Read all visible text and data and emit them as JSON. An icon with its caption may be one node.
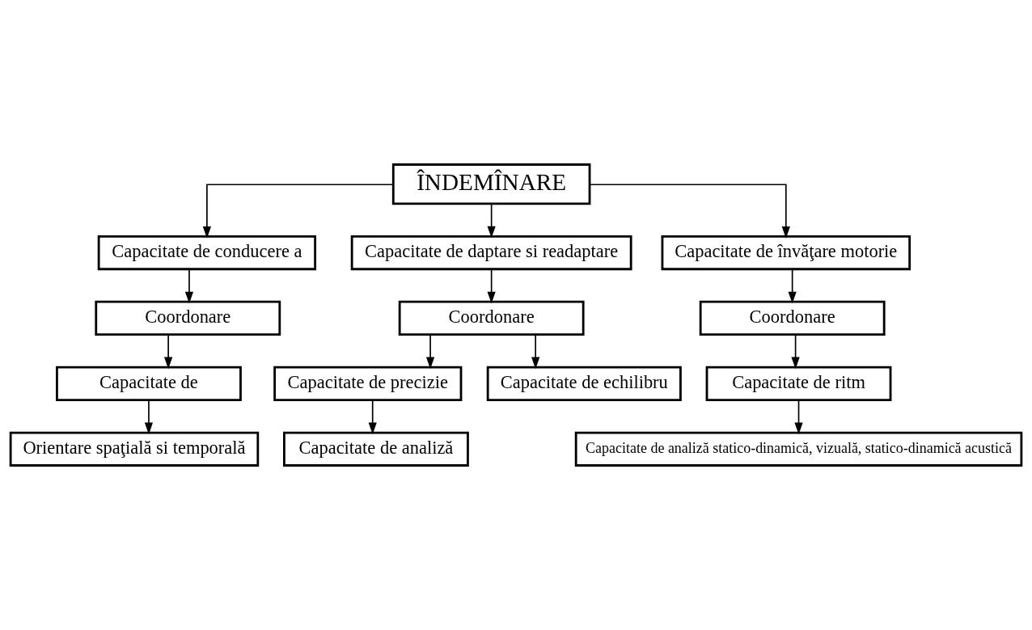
{
  "diagram": {
    "nodes": [
      {
        "text": [
          "ÎNDEMÎNARE"
        ]
      },
      {
        "text": [
          "Capacitate de conducere a"
        ]
      },
      {
        "text": [
          "Capacitate de daptare si readaptare"
        ]
      },
      {
        "text": [
          "Capacitate de învăţare motorie"
        ]
      },
      {
        "text": [
          "Coordonare"
        ]
      },
      {
        "text": [
          "Coordonare"
        ]
      },
      {
        "text": [
          "Coordonare"
        ]
      },
      {
        "text": [
          "Capacitate de"
        ]
      },
      {
        "text": [
          "Capacitate de precizie"
        ]
      },
      {
        "text": [
          "Capacitate de echilibru"
        ]
      },
      {
        "text": [
          "Capacitate de ritm"
        ]
      },
      {
        "text": [
          "Orientare spaţială si temporală"
        ]
      },
      {
        "text": [
          "Capacitate de analiză"
        ]
      },
      {
        "text": [
          "Capacitate de analiză statico-dinamică, vizuală, statico-dinamică acustică"
        ]
      }
    ],
    "edges": [
      {
        "from": 0,
        "to": 1,
        "arrow": "to"
      },
      {
        "from": 0,
        "to": 2,
        "arrow": "to"
      },
      {
        "from": 0,
        "to": 3,
        "arrow": "to"
      },
      {
        "from": 1,
        "to": 4,
        "arrow": "to"
      },
      {
        "from": 2,
        "to": 5,
        "arrow": "to"
      },
      {
        "from": 3,
        "to": 6,
        "arrow": "to"
      },
      {
        "from": 4,
        "to": 7,
        "arrow": "to"
      },
      {
        "from": 5,
        "to": 8,
        "arrow": "to"
      },
      {
        "from": 5,
        "to": 9,
        "arrow": "to"
      },
      {
        "from": 6,
        "to": 10,
        "arrow": "to"
      },
      {
        "from": 7,
        "to": 11,
        "arrow": "to"
      },
      {
        "from": 8,
        "to": 12,
        "arrow": "to"
      },
      {
        "from": 10,
        "to": 13,
        "arrow": "to"
      }
    ]
  }
}
